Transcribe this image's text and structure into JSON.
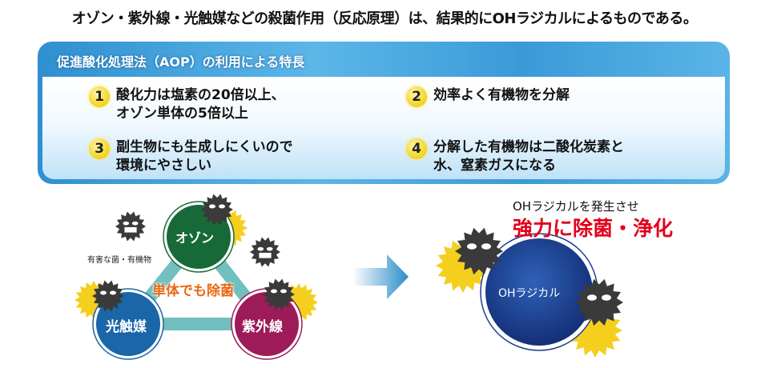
{
  "headline": "オゾン・紫外線・光触媒などの殺菌作用（反応原理）は、結果的にOHラジカルによるものである。",
  "panel": {
    "title": "促進酸化処理法（AOP）の利用による特長",
    "features": [
      {
        "num": "1",
        "line1": "酸化力は塩素の20倍以上、",
        "line2": "オゾン単体の5倍以上"
      },
      {
        "num": "2",
        "line1": "効率よく有機物を分解",
        "line2": ""
      },
      {
        "num": "3",
        "line1": "副生物にも生成しにくいので",
        "line2": "環境にやさしい"
      },
      {
        "num": "4",
        "line1": "分解した有機物は二酸化炭素と",
        "line2": "水、窒素ガスになる"
      }
    ]
  },
  "diagram": {
    "ozone": "オゾン",
    "photocatalyst": "光触媒",
    "uv": "紫外線",
    "center_label": "単体でも除菌",
    "germ_label": "有害な菌・有機物",
    "oh_radical": "OHラジカル",
    "result_sub": "OHラジカルを発生させ",
    "result_main": "強力に除菌・浄化"
  },
  "colors": {
    "ozone": "#176a37",
    "photocatalyst": "#1a66a8",
    "uv": "#9c1b58",
    "connector": "#72bfbf",
    "accent_orange": "#e86a14",
    "accent_red": "#e2001a",
    "germ": "#3a3a3a",
    "spark": "#f5cf1e"
  }
}
